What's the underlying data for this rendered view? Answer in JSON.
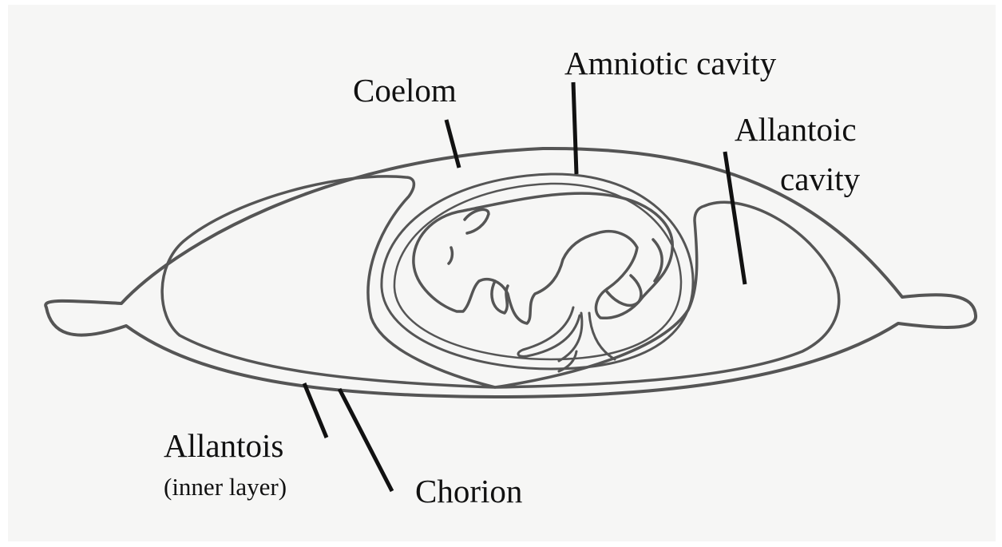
{
  "diagram": {
    "labels": {
      "coelom": "Coelom",
      "amniotic_cavity": "Amniotic cavity",
      "allantoic_cavity_line1": "Allantoic",
      "allantoic_cavity_line2": "cavity",
      "allantois": "Allantois",
      "allantois_note": "(inner layer)",
      "chorion": "Chorion"
    },
    "colors": {
      "ink": "#555555",
      "leader": "#111111",
      "paper": "#f6f6f5"
    }
  }
}
